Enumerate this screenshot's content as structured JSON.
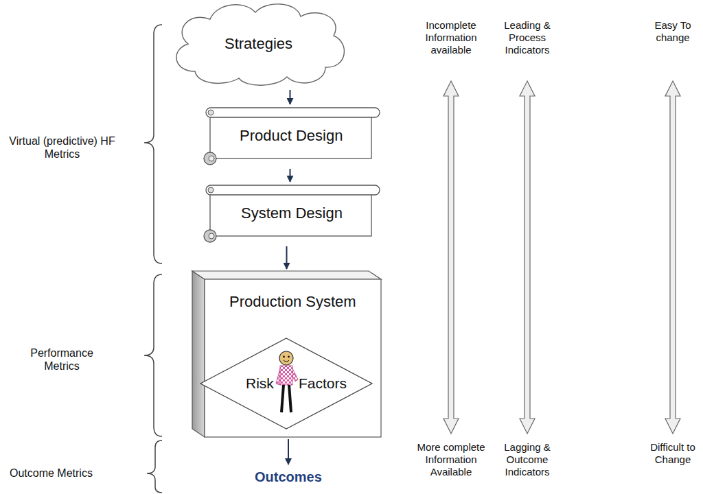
{
  "diagram": {
    "nodes": [
      {
        "text": [
          "Strategies"
        ]
      },
      {
        "text": [
          "Product Design"
        ]
      },
      {
        "text": [
          "System Design"
        ]
      },
      {
        "text": [
          "Production System"
        ]
      },
      {
        "text": [
          "Risk",
          "Factors"
        ],
        "in": 3
      },
      {
        "text": [
          "Outcomes"
        ]
      }
    ],
    "edges": [
      {
        "from": 0,
        "to": 1,
        "arrow": "to"
      },
      {
        "from": 1,
        "to": 2,
        "arrow": "to"
      },
      {
        "from": 2,
        "to": 3,
        "arrow": "to"
      },
      {
        "from": 3,
        "to": 4,
        "arrow": "to"
      },
      {
        "from": 3,
        "to": 5,
        "arrow": "to"
      }
    ],
    "labels": [
      "Virtual (predictive) HF Metrics",
      "Performance Metrics",
      "Outcome Metrics",
      "Incomplete Information available",
      "Leading & Process Indicators",
      "Easy To change",
      "More complete Information Available",
      "Lagging & Outcome Indicators",
      "Difficult to Change"
    ]
  }
}
